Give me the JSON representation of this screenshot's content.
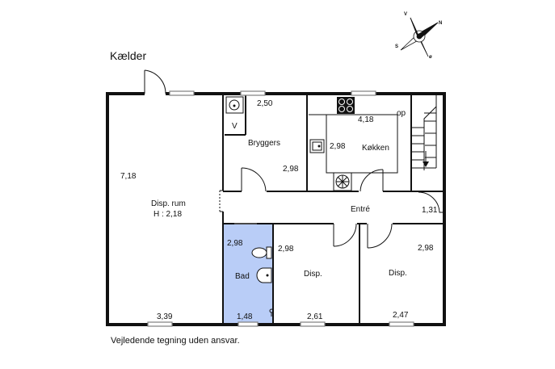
{
  "title": "Kælder",
  "footer": "Vejledende tegning uden ansvar.",
  "compass": {
    "v": "V",
    "n": "N",
    "s": "S",
    "o": "ø"
  },
  "rooms": {
    "disp_rum": {
      "name": "Disp. rum",
      "height": "H : 2,18",
      "dim_side": "7,18",
      "dim_bottom": "3,39"
    },
    "bryggers": {
      "name": "Bryggers",
      "dim_top": "2,50",
      "dim_side": "2,98",
      "sink_label": "V"
    },
    "kokken": {
      "name": "Køkken",
      "dim_top": "4,18",
      "dim_side": "2,98",
      "stairs": "op"
    },
    "entre": {
      "name": "Entré",
      "dim_stair": "1,31"
    },
    "bad": {
      "name": "Bad",
      "dim_side": "2,98",
      "dim_bottom": "1,48"
    },
    "disp1": {
      "name": "Disp.",
      "dim_side": "2,98",
      "dim_bottom": "2,61"
    },
    "disp2": {
      "name": "Disp.",
      "dim_side": "2,98",
      "dim_bottom": "2,47"
    }
  },
  "colors": {
    "wall": "#111111",
    "bath": "#b9cdf7",
    "window": "#7f7f7f"
  }
}
